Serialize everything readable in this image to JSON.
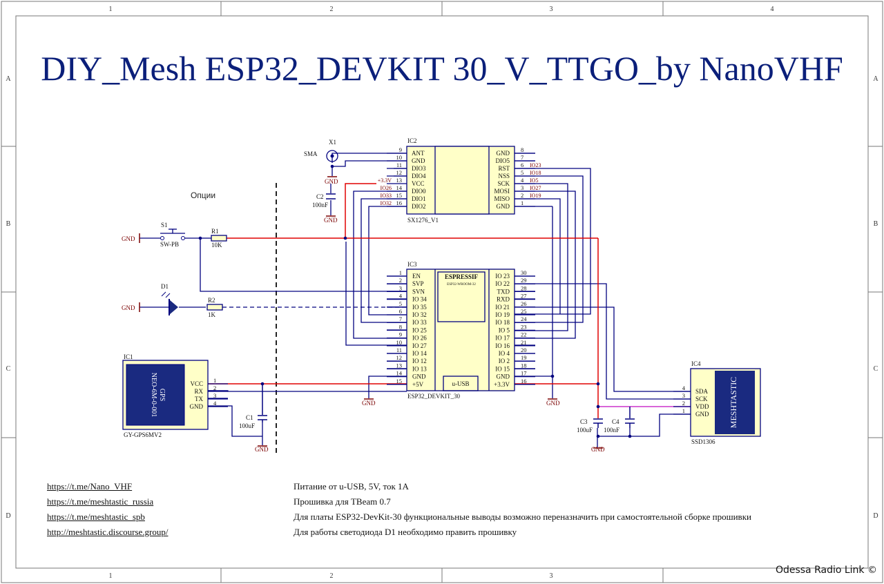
{
  "title": "DIY_Mesh ESP32_DEVKIT 30_V_TTGO_by NanoVHF",
  "border": {
    "columns": [
      "1",
      "2",
      "3",
      "4"
    ],
    "rows": [
      "A",
      "B",
      "C",
      "D"
    ]
  },
  "options_label": "Опции",
  "components": {
    "ic2": {
      "ref": "IC2",
      "name": "SX1276_V1",
      "left_pins": [
        [
          "9",
          "ANT"
        ],
        [
          "10",
          "GND"
        ],
        [
          "11",
          "DIO3"
        ],
        [
          "12",
          "DIO4"
        ],
        [
          "13",
          "VCC"
        ],
        [
          "14",
          "DIO0"
        ],
        [
          "15",
          "DIO1"
        ],
        [
          "16",
          "DIO2"
        ]
      ],
      "right_pins": [
        [
          "8",
          "GND"
        ],
        [
          "7",
          "DIO5"
        ],
        [
          "6",
          "RST"
        ],
        [
          "5",
          "NSS"
        ],
        [
          "4",
          "SCK"
        ],
        [
          "3",
          "MOSI"
        ],
        [
          "2",
          "MISO"
        ],
        [
          "1",
          "GND"
        ]
      ],
      "left_nets": [
        "",
        "",
        "",
        "",
        "+3.3V",
        "IO26",
        "IO33",
        "IO32"
      ],
      "right_nets": [
        "",
        "",
        "IO23",
        "IO18",
        "IO5",
        "IO27",
        "IO19",
        ""
      ]
    },
    "ic3": {
      "ref": "IC3",
      "name": "ESP32_DEVKIT_30",
      "brand": "ESPRESSIF",
      "module": "ESP32-WROOM-32",
      "usb": "u-USB",
      "left_pins": [
        [
          "1",
          "EN"
        ],
        [
          "2",
          "SVP"
        ],
        [
          "3",
          "SVN"
        ],
        [
          "4",
          "IO 34"
        ],
        [
          "5",
          "IO 35"
        ],
        [
          "6",
          "IO 32"
        ],
        [
          "7",
          "IO 33"
        ],
        [
          "8",
          "IO 25"
        ],
        [
          "9",
          "IO 26"
        ],
        [
          "10",
          "IO 27"
        ],
        [
          "11",
          "IO 14"
        ],
        [
          "12",
          "IO 12"
        ],
        [
          "13",
          "IO 13"
        ],
        [
          "14",
          "GND"
        ],
        [
          "15",
          "+5V"
        ]
      ],
      "right_pins": [
        [
          "30",
          "IO 23"
        ],
        [
          "29",
          "IO 22"
        ],
        [
          "28",
          "TXD"
        ],
        [
          "27",
          "RXD"
        ],
        [
          "26",
          "IO 21"
        ],
        [
          "25",
          "IO 19"
        ],
        [
          "24",
          "IO 18"
        ],
        [
          "23",
          "IO 5"
        ],
        [
          "22",
          "IO 17"
        ],
        [
          "21",
          "IO 16"
        ],
        [
          "20",
          "IO 4"
        ],
        [
          "19",
          "IO 2"
        ],
        [
          "18",
          "IO 15"
        ],
        [
          "17",
          "GND"
        ],
        [
          "16",
          "+3.3V"
        ]
      ]
    },
    "ic1": {
      "ref": "IC1",
      "name": "GY-GPS6MV2",
      "label_line1": "GPS",
      "label_line2": "NEO-6M-0-001",
      "pins": [
        [
          "1",
          "VCC"
        ],
        [
          "2",
          "RX"
        ],
        [
          "3",
          "TX"
        ],
        [
          "4",
          "GND"
        ]
      ]
    },
    "ic4": {
      "ref": "IC4",
      "name": "SSD1306",
      "brand": "MESHTASTIC",
      "pins": [
        [
          "4",
          "SDA"
        ],
        [
          "3",
          "SCK"
        ],
        [
          "2",
          "VDD"
        ],
        [
          "1",
          "GND"
        ]
      ]
    },
    "x1": {
      "ref": "X1",
      "name": "SMA"
    },
    "s1": {
      "ref": "S1",
      "name": "SW-PB"
    },
    "r1": {
      "ref": "R1",
      "value": "10K"
    },
    "r2": {
      "ref": "R2",
      "value": "1K"
    },
    "d1": {
      "ref": "D1"
    },
    "c1": {
      "ref": "C1",
      "value": "100uF"
    },
    "c2": {
      "ref": "C2",
      "value": "100nF"
    },
    "c3": {
      "ref": "C3",
      "value": "100uF"
    },
    "c4": {
      "ref": "C4",
      "value": "100nF"
    }
  },
  "gnd_label": "GND",
  "links": [
    "https://t.me/Nano_VHF",
    "https://t.me/meshtastic_russia",
    "https://t.me/meshtastic_spb",
    "http://meshtastic.discourse.group/"
  ],
  "notes": [
    "Питание от u-USB, 5V, ток 1A",
    "Прошивка для TBeam 0.7",
    "Для платы ESP32-DevKit-30 функциональные выводы возможно переназначить при самостоятельной сборке прошивки",
    "Для работы светодиода D1 необходимо править прошивку"
  ],
  "credit": "Odessa Radio Link ©",
  "colors": {
    "wire": "#00007f",
    "power": "#e00000",
    "vdd": "#cc33cc",
    "body_fill": "#ffffc8",
    "text": "#0b1f7a",
    "gnd": "#7a0000"
  }
}
